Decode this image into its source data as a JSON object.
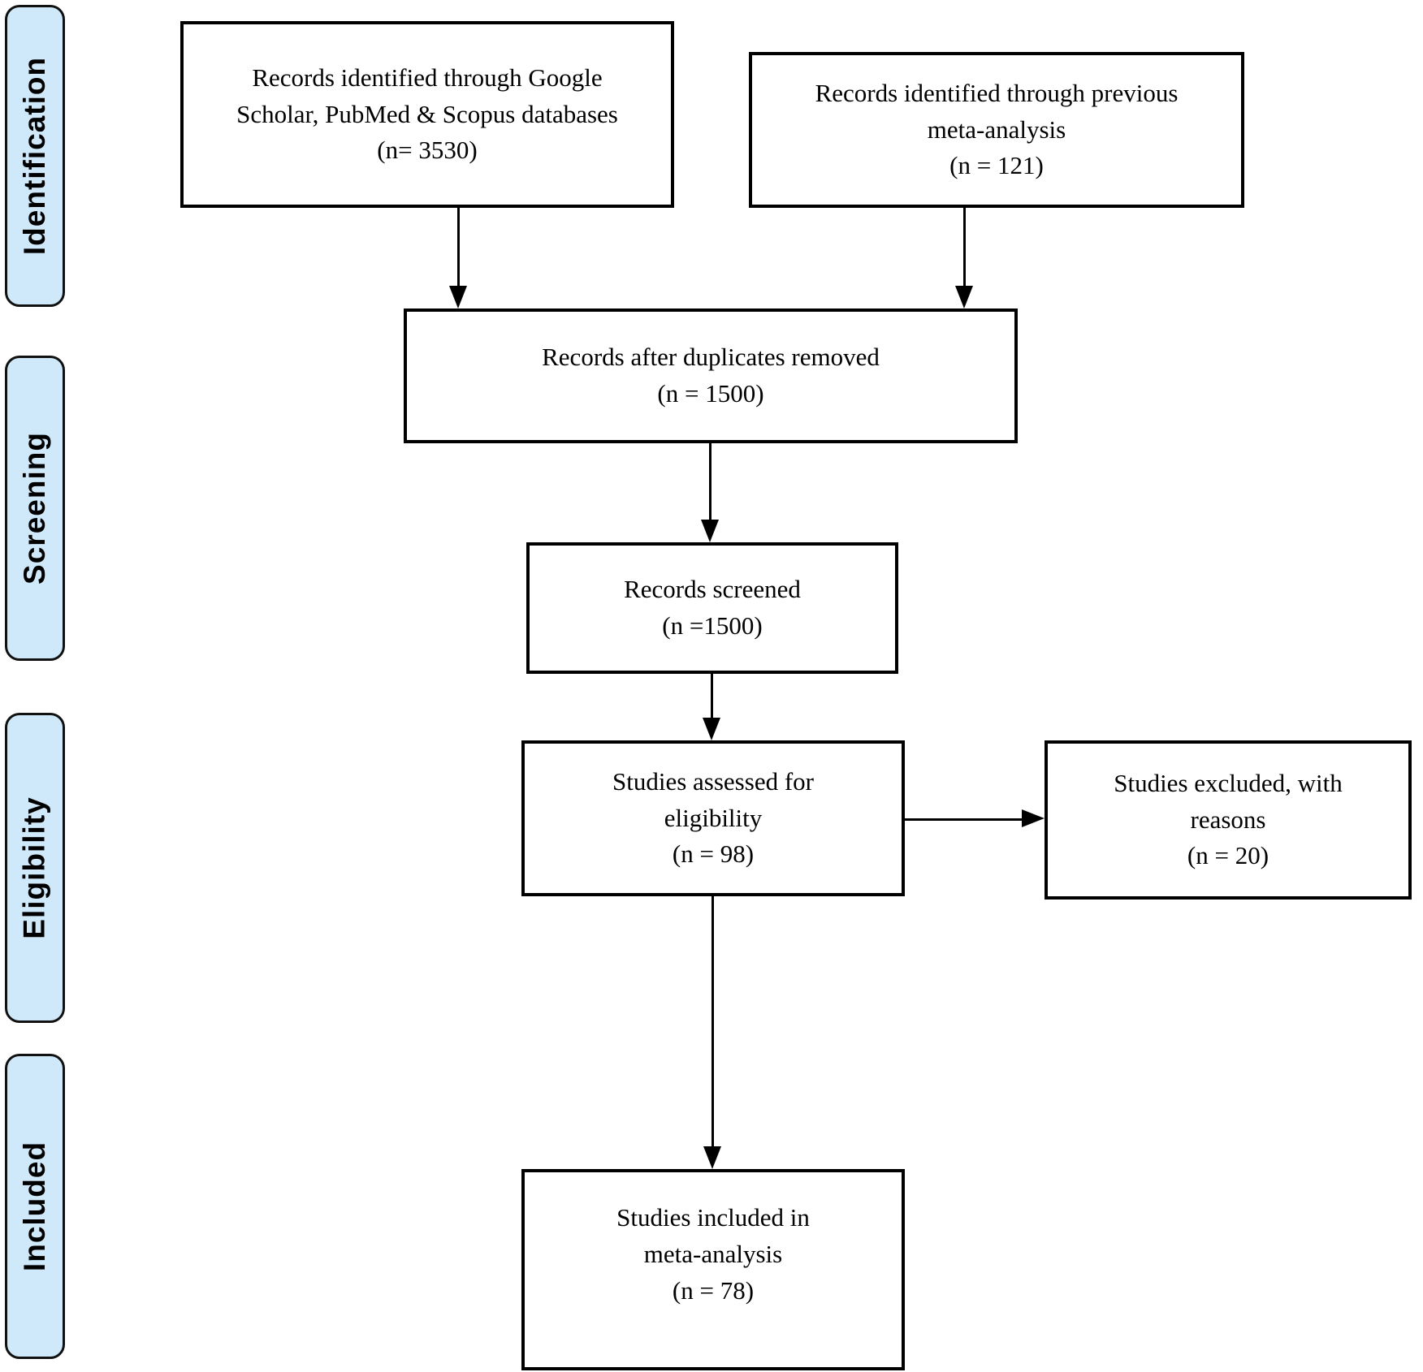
{
  "diagram": {
    "kind": "prisma-flow-diagram",
    "stages": [
      {
        "label": "Identification"
      },
      {
        "label": "Screening"
      },
      {
        "label": "Eligibility"
      },
      {
        "label": "Included"
      }
    ],
    "boxes": {
      "identified_databases": {
        "label": "Records identified through Google Scholar, PubMed & Scopus databases",
        "count": "(n= 3530)"
      },
      "identified_previous": {
        "label": "Records identified through previous meta-analysis",
        "count": "(n = 121)"
      },
      "after_duplicates": {
        "label": "Records after duplicates removed",
        "count": "(n = 1500)"
      },
      "screened": {
        "label": "Records screened",
        "count": "(n =1500)"
      },
      "assessed": {
        "label": "Studies assessed for eligibility",
        "count": "(n = 98)"
      },
      "excluded": {
        "label": "Studies excluded, with reasons",
        "count": "(n = 20)"
      },
      "included": {
        "label": "Studies included in meta-analysis",
        "count": "(n = 78)"
      }
    },
    "colors": {
      "stage_fill": "#cfe9fa",
      "stage_border": "#111111",
      "box_fill": "#ffffff",
      "box_border": "#000000",
      "arrow": "#000000",
      "background": "#ffffff"
    }
  }
}
